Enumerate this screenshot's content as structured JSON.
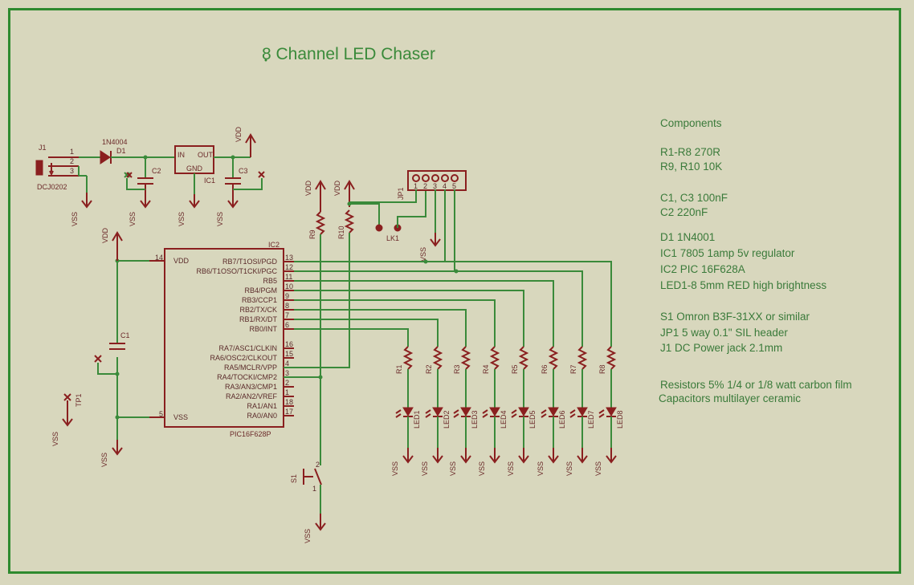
{
  "title": "8 Channel LED Chaser",
  "components": {
    "heading": "Components",
    "lines": [
      "R1-R8   270R",
      "R9, R10  10K",
      "C1, C3  100nF",
      "C2  220nF",
      "D1   1N4001",
      "IC1  7805 1amp 5v regulator",
      "IC2  PIC 16F628A",
      "LED1-8 5mm RED high brightness",
      "S1  Omron B3F-31XX or similar",
      "JP1   5 way 0.1\" SIL header",
      "J1  DC Power jack 2.1mm",
      "Resistors 5% 1/4 or 1/8 watt carbon film",
      "Capacitors multilayer ceramic"
    ]
  },
  "power": {
    "j1": "J1",
    "j1_part": "DCJ0202",
    "d1": "D1",
    "d1_part": "1N4004",
    "ic1": "IC1",
    "ic1_in": "IN",
    "ic1_out": "OUT",
    "ic1_gnd": "GND",
    "c2": "C2",
    "c3": "C3",
    "vdd": "VDD",
    "vss": "VSS",
    "j1_pins": [
      "1",
      "2",
      "3"
    ]
  },
  "ic2": {
    "name": "IC2",
    "part": "PIC16F628P",
    "left_pins": [
      {
        "num": "14",
        "name": "VDD"
      },
      {
        "num": "5",
        "name": "VSS"
      }
    ],
    "right_pins": [
      {
        "num": "13",
        "name": "RB7/T1OSI/PGD"
      },
      {
        "num": "12",
        "name": "RB6/T1OSO/T1CKI/PGC"
      },
      {
        "num": "11",
        "name": "RB5"
      },
      {
        "num": "10",
        "name": "RB4/PGM"
      },
      {
        "num": "9",
        "name": "RB3/CCP1"
      },
      {
        "num": "8",
        "name": "RB2/TX/CK"
      },
      {
        "num": "7",
        "name": "RB1/RX/DT"
      },
      {
        "num": "6",
        "name": "RB0/INT"
      },
      {
        "num": "16",
        "name": "RA7/ASC1/CLKIN"
      },
      {
        "num": "15",
        "name": "RA6/OSC2/CLKOUT"
      },
      {
        "num": "4",
        "name": "RA5/MCLR/VPP"
      },
      {
        "num": "3",
        "name": "RA4/TOCKI/CMP2"
      },
      {
        "num": "2",
        "name": "RA3/AN3/CMP1"
      },
      {
        "num": "1",
        "name": "RA2/AN2/VREF"
      },
      {
        "num": "18",
        "name": "RA1/AN1"
      },
      {
        "num": "17",
        "name": "RA0/AN0"
      }
    ]
  },
  "misc": {
    "c1": "C1",
    "tp1": "TP1",
    "r9": "R9",
    "r10": "R10",
    "jp1": "JP1",
    "lk1": "LK1",
    "s1": "S1",
    "jp1_pins": [
      "1",
      "2",
      "3",
      "4",
      "5"
    ],
    "s1_pins": [
      "1",
      "2"
    ]
  },
  "leds": {
    "resistors": [
      "R1",
      "R2",
      "R3",
      "R4",
      "R5",
      "R6",
      "R7",
      "R8"
    ],
    "diodes": [
      "LED1",
      "LED2",
      "LED3",
      "LED4",
      "LED5",
      "LED6",
      "LED7",
      "LED8"
    ]
  },
  "colors": {
    "background": "#d8d7bd",
    "frame": "#2e8a2e",
    "wire": "#3a8a3a",
    "symbol": "#8a1f1f",
    "text": "#3a7a3a"
  }
}
